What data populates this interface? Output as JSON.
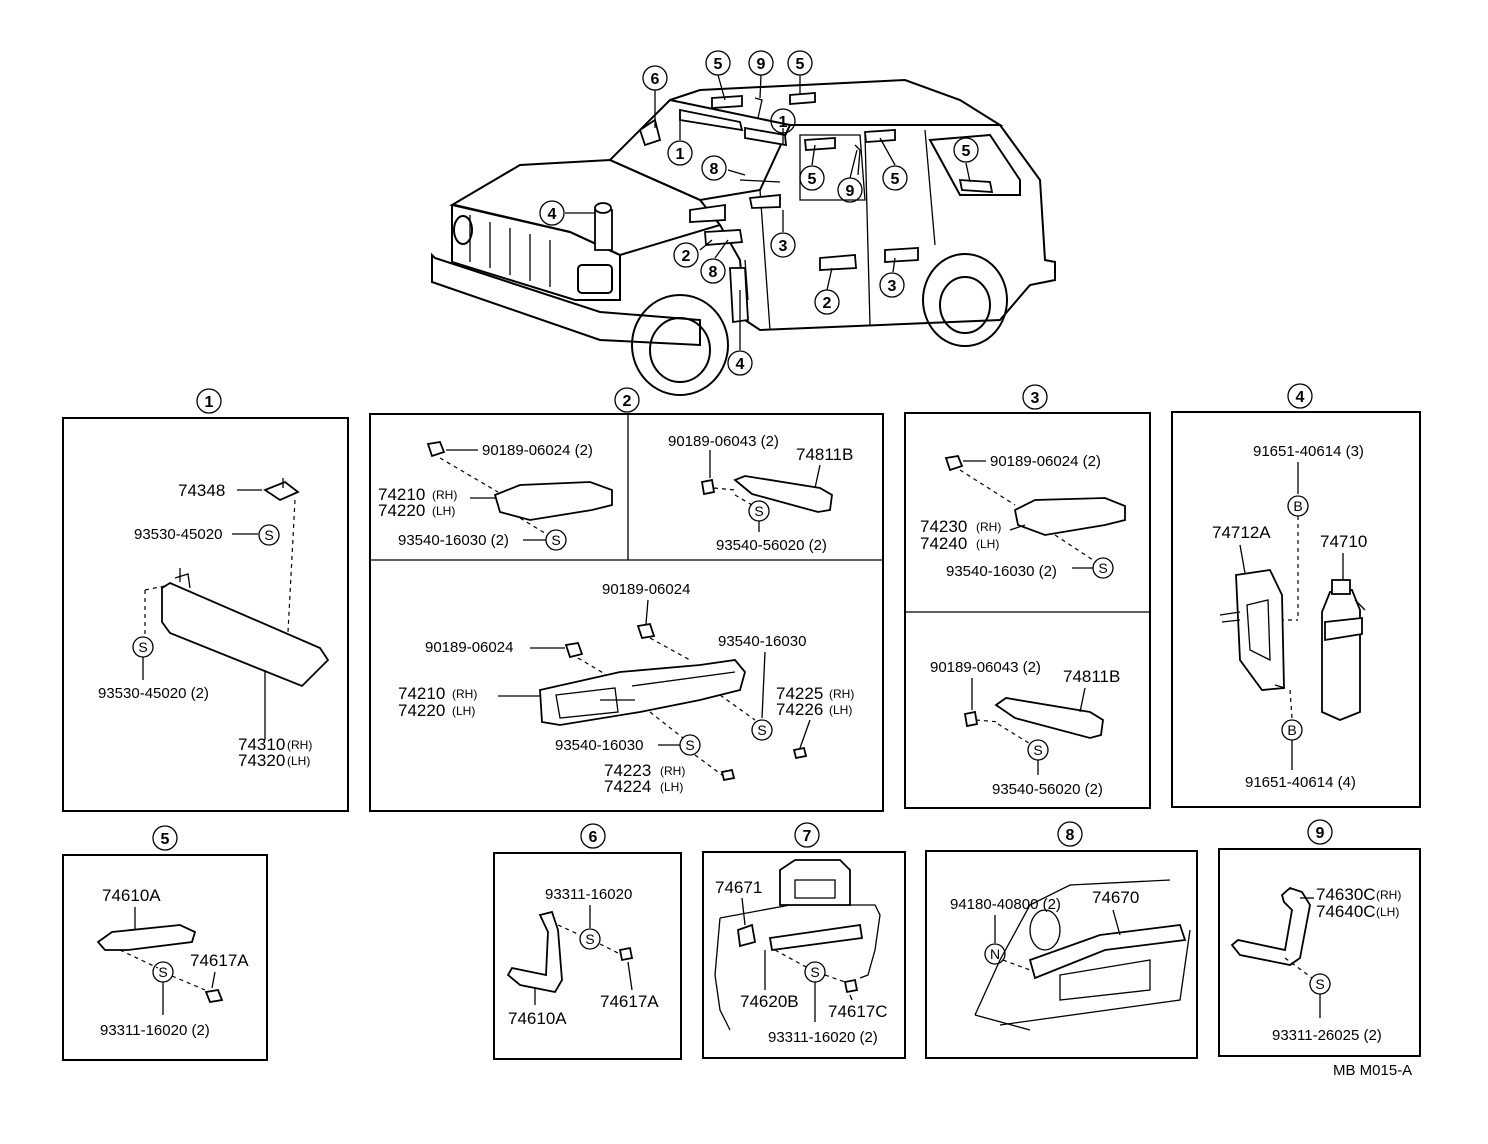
{
  "callouts": {
    "c1": "1",
    "c2": "2",
    "c3": "3",
    "c4": "4",
    "c5": "5",
    "c6": "6",
    "c7": "7",
    "c8": "8",
    "c9": "9"
  },
  "symbols": {
    "s": "S",
    "b": "B",
    "n": "N"
  },
  "panel1": {
    "p74348": "74348",
    "p93530a": "93530-45020",
    "p93530b": "93530-45020 (2)",
    "p74310": "74310",
    "p74320": "74320",
    "rh": "(RH)",
    "lh": "(LH)"
  },
  "panel2": {
    "p90189a": "90189-06024 (2)",
    "p74210": "74210",
    "p74220": "74220",
    "p93540a": "93540-16030 (2)",
    "p90189b": "90189-06043 (2)",
    "p74811b": "74811B",
    "p93540b": "93540-56020 (2)",
    "p90189c": "90189-06024",
    "p90189d": "90189-06024",
    "p93540c": "93540-16030",
    "p74210b": "74210",
    "p74220b": "74220",
    "p74225": "74225",
    "p74226": "74226",
    "p93540d": "93540-16030",
    "p74223": "74223",
    "p74224": "74224"
  },
  "panel3": {
    "p90189a": "90189-06024 (2)",
    "p74230": "74230",
    "p74240": "74240",
    "p93540a": "93540-16030 (2)",
    "p90189b": "90189-06043 (2)",
    "p74811b": "74811B",
    "p93540b": "93540-56020 (2)"
  },
  "panel4": {
    "p91651a": "91651-40614 (3)",
    "p74712a": "74712A",
    "p74710": "74710",
    "p91651b": "91651-40614 (4)"
  },
  "panel5": {
    "p74610a": "74610A",
    "p74617a": "74617A",
    "p93311": "93311-16020 (2)"
  },
  "panel6": {
    "p93311": "93311-16020",
    "p74610a": "74610A",
    "p74617a": "74617A"
  },
  "panel7": {
    "p74671": "74671",
    "p74620b": "74620B",
    "p74617c": "74617C",
    "p93311": "93311-16020 (2)"
  },
  "panel8": {
    "p94180": "94180-40800 (2)",
    "p74670": "74670"
  },
  "panel9": {
    "p74630c": "74630C",
    "p74640c": "74640C",
    "p93311": "93311-26025 (2)"
  },
  "footer": {
    "code": "MB  M015-A"
  }
}
